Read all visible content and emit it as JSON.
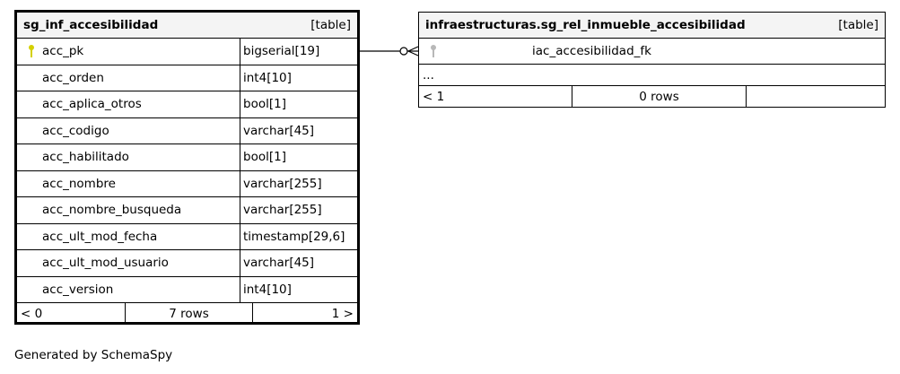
{
  "table1": {
    "name": "sg_inf_accesibilidad",
    "kind": "[table]",
    "columns": [
      {
        "name": "acc_pk",
        "type": "bigserial[19]",
        "pk": true
      },
      {
        "name": "acc_orden",
        "type": "int4[10]"
      },
      {
        "name": "acc_aplica_otros",
        "type": "bool[1]"
      },
      {
        "name": "acc_codigo",
        "type": "varchar[45]"
      },
      {
        "name": "acc_habilitado",
        "type": "bool[1]"
      },
      {
        "name": "acc_nombre",
        "type": "varchar[255]"
      },
      {
        "name": "acc_nombre_busqueda",
        "type": "varchar[255]"
      },
      {
        "name": "acc_ult_mod_fecha",
        "type": "timestamp[29,6]"
      },
      {
        "name": "acc_ult_mod_usuario",
        "type": "varchar[45]"
      },
      {
        "name": "acc_version",
        "type": "int4[10]"
      }
    ],
    "footer": {
      "parents": "< 0",
      "rows": "7 rows",
      "children": "1 >"
    }
  },
  "table2": {
    "name": "infraestructuras.sg_rel_inmueble_accesibilidad",
    "kind": "[table]",
    "fk_column": "iac_accesibilidad_fk",
    "more": "...",
    "footer": {
      "parents": "< 1",
      "rows": "0 rows",
      "children": ""
    }
  },
  "generated_by": "Generated by SchemaSpy",
  "colors": {
    "pk_key": "#d4d000",
    "fk_key": "#b8b8b8",
    "header_bg": "#f4f4f4"
  }
}
